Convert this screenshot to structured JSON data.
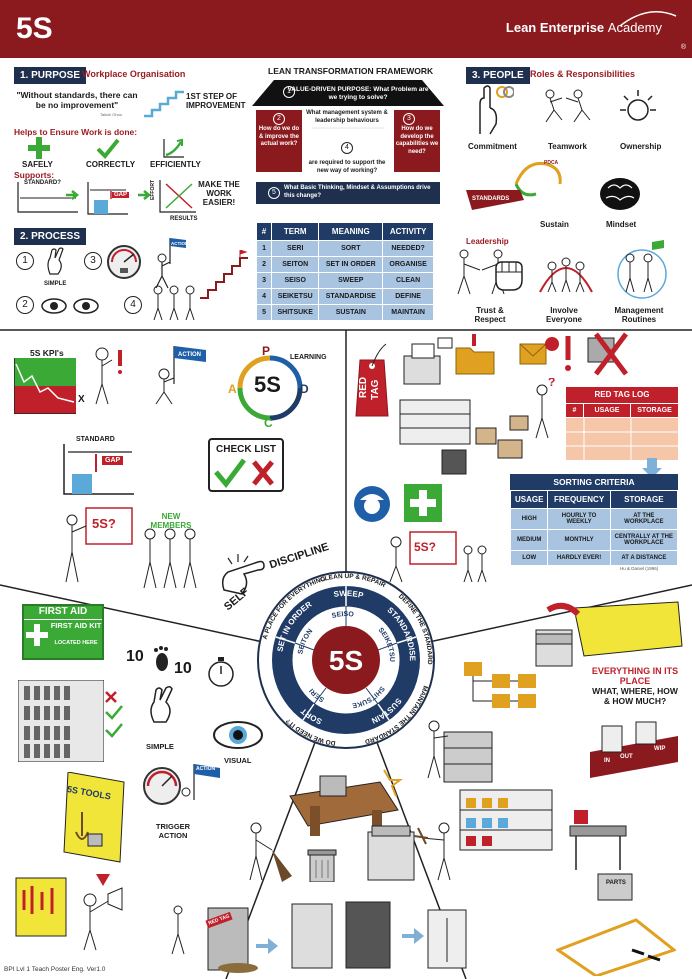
{
  "header": {
    "title": "5S",
    "brand_bold": "Lean Enterprise",
    "brand_light": "Academy",
    "reg": "®"
  },
  "purpose": {
    "label": "1. PURPOSE",
    "subtitle": "Workplace Organisation",
    "quote": "\"Without standards, there can be no improvement\"",
    "quote_author": "Taiichi Ohno",
    "first_step": "1ST STEP OF IMPROVEMENT",
    "helps": "Helps to Ensure Work is done:",
    "safely": "SAFELY",
    "correctly": "CORRECTLY",
    "efficiently": "EFFICIENTLY",
    "supports": "Supports:",
    "standard": "STANDARD?",
    "gap": "GAP",
    "effort": "EFFORT",
    "results": "RESULTS",
    "make_easier": "MAKE THE WORK EASIER!"
  },
  "process": {
    "label": "2. PROCESS",
    "n1": "1",
    "n2": "2",
    "n3": "3",
    "n4": "4",
    "simple": "SIMPLE",
    "action": "ACTION"
  },
  "framework": {
    "title": "LEAN TRANSFORMATION FRAMEWORK",
    "n1": "1",
    "t1": "VALUE-DRIVEN PURPOSE: What Problem are we trying to solve?",
    "n2": "2",
    "t2": "How do we do & improve the actual work?",
    "n3": "3",
    "t3": "How do we develop the capabilities we need?",
    "mid_top": "What management system & leadership behaviours",
    "n4": "4",
    "mid_bottom": "are required to support the new way of working?",
    "n5": "5",
    "t5": "What Basic Thinking, Mindset & Assumptions drive this change?"
  },
  "terms_table": {
    "headers": [
      "#",
      "TERM",
      "MEANING",
      "ACTIVITY"
    ],
    "rows": [
      [
        "1",
        "SERI",
        "SORT",
        "NEEDED?"
      ],
      [
        "2",
        "SEITON",
        "SET IN ORDER",
        "ORGANISE"
      ],
      [
        "3",
        "SEISO",
        "SWEEP",
        "CLEAN"
      ],
      [
        "4",
        "SEIKETSU",
        "STANDARDISE",
        "DEFINE"
      ],
      [
        "5",
        "SHITSUKE",
        "SUSTAIN",
        "MAINTAIN"
      ]
    ]
  },
  "people": {
    "label": "3. PEOPLE",
    "subtitle": "Roles & Responsibilities",
    "commitment": "Commitment",
    "teamwork": "Teamwork",
    "ownership": "Ownership",
    "standards": "STANDARDS",
    "sustain": "Sustain",
    "mindset": "Mindset",
    "pdca": "PDCA",
    "leadership": "Leadership",
    "trust": "Trust & Respect",
    "involve": "Involve Everyone",
    "routines": "Management Routines"
  },
  "sustain_area": {
    "kpis": "5S KPI's",
    "x": "X",
    "action": "ACTION",
    "learning": "LEARNING",
    "center": "5S",
    "p": "P",
    "d": "D",
    "c": "C",
    "a": "A",
    "standard": "STANDARD",
    "gap": "GAP",
    "checklist": "CHECK LIST",
    "question": "5S?",
    "new_members": "NEW MEMBERS",
    "self": "SELF",
    "discipline": "DISCIPLINE"
  },
  "sort_area": {
    "red_tag_a": "RED",
    "red_tag_b": "TAG",
    "red_tag_log": "RED TAG LOG",
    "log_headers": [
      "#",
      "USAGE",
      "STORAGE"
    ],
    "sorting_title": "SORTING CRITERIA",
    "sorting_headers": [
      "USAGE",
      "FREQUENCY",
      "STORAGE"
    ],
    "sorting_rows": [
      [
        "HIGH",
        "HOURLY TO WEEKLY",
        "AT THE WORKPLACE"
      ],
      [
        "MEDIUM",
        "MONTHLY",
        "CENTRALLY AT THE WORKPLACE"
      ],
      [
        "LOW",
        "HARDLY EVER!",
        "AT A DISTANCE"
      ]
    ],
    "source": "Hu & Daniel (1996)",
    "question": "5S?"
  },
  "wheel": {
    "center": "5S",
    "inner": [
      "SHITSUKE",
      "SERI",
      "SEITON",
      "SEISO",
      "SEIKETSU"
    ],
    "mid": [
      "SUSTAIN",
      "SORT",
      "SET IN ORDER",
      "SWEEP",
      "STANDARDISE"
    ],
    "outer": [
      "MAINTAIN THE STANDARD",
      "DO WE NEED IT?",
      "A PLACE FOR EVERYTHING",
      "CLEAN UP & REPAIR",
      "DEFINE THE STANDARD"
    ]
  },
  "standardise_area": {
    "first_aid": "FIRST AID",
    "first_aid_kit": "FIRST AID KIT",
    "located": "LOCATED HERE",
    "ten_a": "10",
    "ten_b": "10",
    "simple": "SIMPLE",
    "visual": "VISUAL",
    "tools": "5S TOOLS",
    "trigger": "TRIGGER ACTION",
    "action": "ACTION"
  },
  "setinorder_area": {
    "everything": "EVERYTHING IN ITS PLACE",
    "what_where": "WHAT, WHERE, HOW & HOW MUCH?",
    "in": "IN",
    "out": "OUT",
    "wip": "WIP",
    "parts": "PARTS"
  },
  "sweep_area": {
    "red_tag": "RED TAG"
  },
  "footer": {
    "text": "BPI Lvl 1 Teach Poster Eng. Ver1.0"
  },
  "colors": {
    "brand": "#8b1a1f",
    "navy": "#1f2f4e",
    "table_blue": "#a8c4e0",
    "green": "#3aa935",
    "red_tag": "#c0202a"
  }
}
